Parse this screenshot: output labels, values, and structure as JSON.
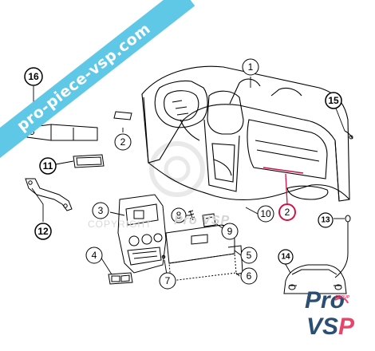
{
  "diagram": {
    "callouts": [
      {
        "id": "1",
        "label": "1"
      },
      {
        "id": "2a",
        "label": "2"
      },
      {
        "id": "2b",
        "label": "2"
      },
      {
        "id": "3",
        "label": "3"
      },
      {
        "id": "4",
        "label": "4"
      },
      {
        "id": "5",
        "label": "5"
      },
      {
        "id": "6",
        "label": "6"
      },
      {
        "id": "7",
        "label": "7"
      },
      {
        "id": "8",
        "label": "8"
      },
      {
        "id": "9",
        "label": "9"
      },
      {
        "id": "10",
        "label": "10"
      },
      {
        "id": "11",
        "label": "11"
      },
      {
        "id": "12",
        "label": "12"
      },
      {
        "id": "13",
        "label": "13"
      },
      {
        "id": "14",
        "label": "14"
      },
      {
        "id": "15",
        "label": "15"
      },
      {
        "id": "16",
        "label": "16"
      }
    ],
    "highlight_color": "#d0134a",
    "line_color": "#000000"
  },
  "watermark": {
    "banner_text": "pro-piece-vsp.com",
    "banner_color": "#5ec8e6",
    "faint_text": "Pro VSP",
    "faint_left_text": "COPYRIGHT"
  },
  "logo": {
    "badge_text": "GROUP",
    "word1": "Pro",
    "word2_a": "VS",
    "word2_b": "P",
    "primary_color": "#2b4e73",
    "accent_color": "#e8456b"
  }
}
